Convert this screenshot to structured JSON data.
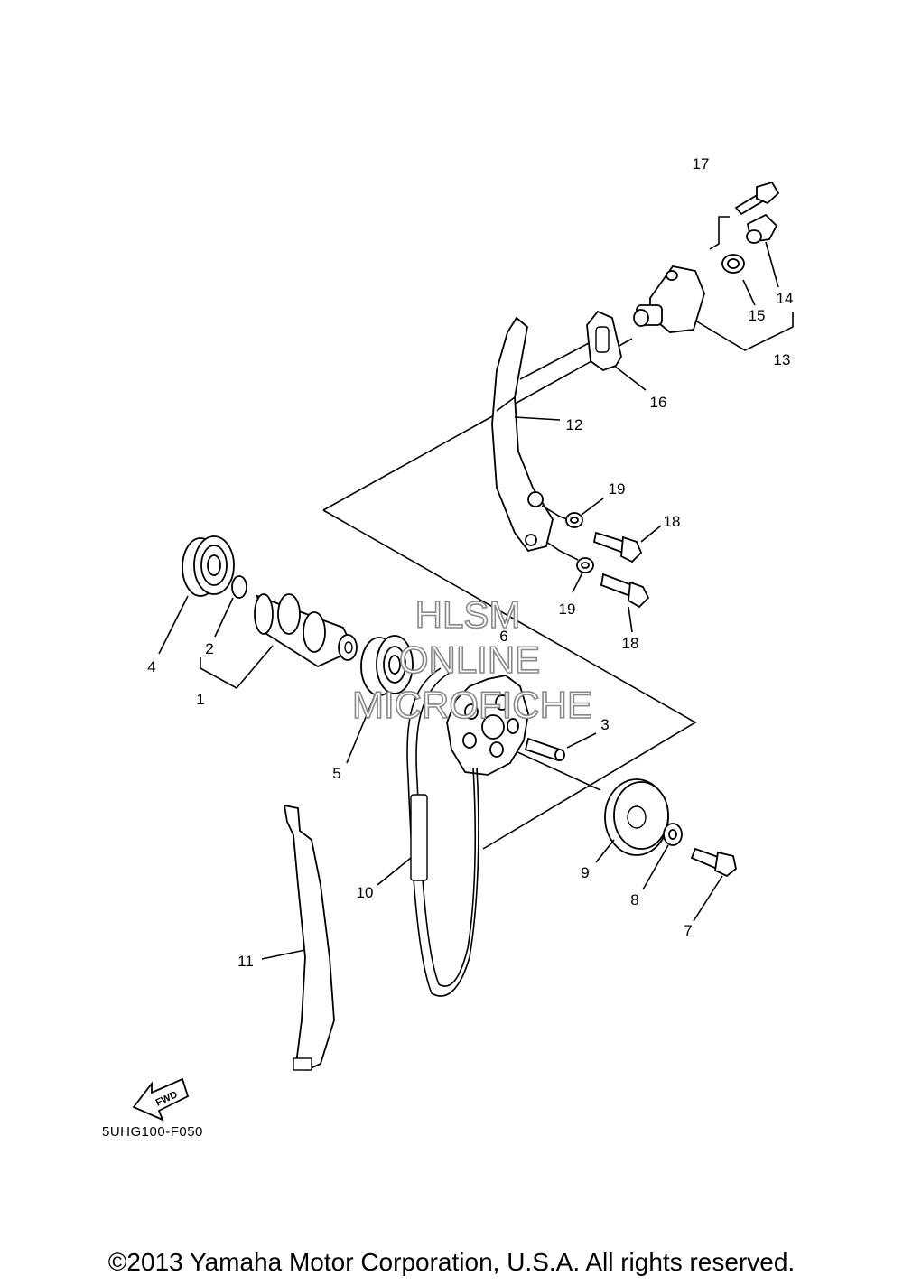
{
  "diagram": {
    "parts": [
      {
        "label": "1"
      },
      {
        "label": "2"
      },
      {
        "label": "3"
      },
      {
        "label": "4"
      },
      {
        "label": "5"
      },
      {
        "label": "6"
      },
      {
        "label": "7"
      },
      {
        "label": "8"
      },
      {
        "label": "9"
      },
      {
        "label": "10"
      },
      {
        "label": "11"
      },
      {
        "label": "12"
      },
      {
        "label": "13"
      },
      {
        "label": "14"
      },
      {
        "label": "15"
      },
      {
        "label": "16"
      },
      {
        "label": "17"
      },
      {
        "label": "18"
      },
      {
        "label": "18"
      },
      {
        "label": "19"
      },
      {
        "label": "19"
      }
    ],
    "fwd_arrow": "FWD",
    "drawing_code": "5UHG100-F050",
    "watermark": [
      "HLSM",
      "ONLINE",
      "MICROFICHE"
    ],
    "copyright": "©2013 Yamaha Motor Corporation, U.S.A. All rights reserved."
  }
}
